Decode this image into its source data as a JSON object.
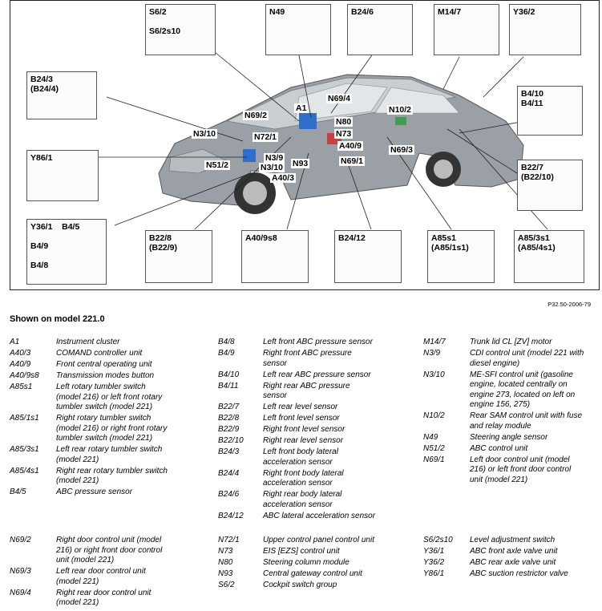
{
  "footer_code": "P32.50-2006-79",
  "legend_title": "Shown on model 221.0",
  "boxes": [
    {
      "id": "s6",
      "label": "S6/2\n\nS6/2s10"
    },
    {
      "id": "n49",
      "label": "N49"
    },
    {
      "id": "b246",
      "label": "B24/6"
    },
    {
      "id": "m147",
      "label": "M14/7"
    },
    {
      "id": "y362",
      "label": "Y36/2"
    },
    {
      "id": "b243",
      "label": "B24/3\n(B24/4)"
    },
    {
      "id": "b410",
      "label": "B4/10\nB4/11"
    },
    {
      "id": "y861",
      "label": "Y86/1"
    },
    {
      "id": "b227",
      "label": "B22/7\n(B22/10)"
    },
    {
      "id": "y361",
      "label": "Y36/1    B4/5\n\nB4/9\n\nB4/8"
    },
    {
      "id": "b228",
      "label": "B22/8\n(B22/9)"
    },
    {
      "id": "a409s8",
      "label": "A40/9s8"
    },
    {
      "id": "b2412",
      "label": "B24/12"
    },
    {
      "id": "a85s1",
      "label": "A85s1\n(A85/1s1)"
    },
    {
      "id": "a853s1",
      "label": "A85/3s1\n(A85/4s1)"
    }
  ],
  "callouts": [
    "N69/2",
    "A1",
    "N69/4",
    "N10/2",
    "N3/10",
    "N72/1",
    "N80",
    "N73",
    "A40/9",
    "N69/3",
    "N51/2",
    "N3/9",
    "N3/10",
    "N93",
    "N69/1",
    "A40/3"
  ],
  "legend": {
    "col1": [
      [
        "A1",
        "Instrument cluster"
      ],
      [
        "A40/3",
        "COMAND controller unit"
      ],
      [
        "A40/9",
        "Front central operating unit"
      ],
      [
        "A40/9s8",
        "Transmission modes button"
      ],
      [
        "A85s1",
        "Left rotary tumbler switch\n(model 216) or left front rotary\ntumbler switch (model 221)"
      ],
      [
        "A85/1s1",
        "Right rotary tumbler switch\n(model 216) or right front rotary\ntumbler switch (model 221)"
      ],
      [
        "A85/3s1",
        "Left rear rotary tumbler switch\n(model 221)"
      ],
      [
        "A85/4s1",
        "Right rear rotary tumbler switch\n(model 221)"
      ],
      [
        "B4/5",
        "ABC pressure sensor"
      ],
      [
        "N69/2",
        "Right door control unit (model\n216) or right front door control\nunit (model 221)"
      ],
      [
        "N69/3",
        "Left rear door control unit\n(model 221)"
      ],
      [
        "N69/4",
        "Right rear door control unit\n(model 221)"
      ]
    ],
    "col2": [
      [
        "B4/8",
        "Left front ABC pressure sensor"
      ],
      [
        "B4/9",
        "Right front ABC pressure\nsensor"
      ],
      [
        "B4/10",
        "Left rear ABC pressure sensor"
      ],
      [
        "B4/11",
        "Right rear ABC pressure\nsensor"
      ],
      [
        "B22/7",
        "Left rear level sensor"
      ],
      [
        "B22/8",
        "Left front level sensor"
      ],
      [
        "B22/9",
        "Right front level sensor"
      ],
      [
        "B22/10",
        "Right rear level sensor"
      ],
      [
        "B24/3",
        "Left front body lateral\nacceleration sensor"
      ],
      [
        "B24/4",
        "Right front body lateral\nacceleration sensor"
      ],
      [
        "B24/6",
        "Right rear body lateral\nacceleration sensor"
      ],
      [
        "B24/12",
        "ABC lateral acceleration sensor"
      ],
      [
        "N72/1",
        "Upper control panel control unit"
      ],
      [
        "N73",
        "EIS [EZS] control unit"
      ],
      [
        "N80",
        "Steering column module"
      ],
      [
        "N93",
        "Central gateway control unit"
      ],
      [
        "S6/2",
        "Cockpit switch group"
      ]
    ],
    "col3": [
      [
        "M14/7",
        "Trunk lid CL [ZV] motor"
      ],
      [
        "N3/9",
        "CDI control unit (model 221 with\ndiesel engine)"
      ],
      [
        "N3/10",
        "ME-SFI control unit (gasoline\nengine, located centrally on\nengine 273, located on left on\nengine 156, 275)"
      ],
      [
        "N10/2",
        "Rear SAM control unit with fuse\nand relay module"
      ],
      [
        "N49",
        "Steering angle sensor"
      ],
      [
        "N51/2",
        "ABC control unit"
      ],
      [
        "N69/1",
        "Left door control unit (model\n216) or left front door control\nunit (model 221)"
      ],
      [
        "S6/2s10",
        "Level adjustment switch"
      ],
      [
        "Y36/1",
        "ABC front axle valve unit"
      ],
      [
        "Y36/2",
        "ABC rear axle valve unit"
      ],
      [
        "Y86/1",
        "ABC suction restrictor valve"
      ]
    ]
  }
}
